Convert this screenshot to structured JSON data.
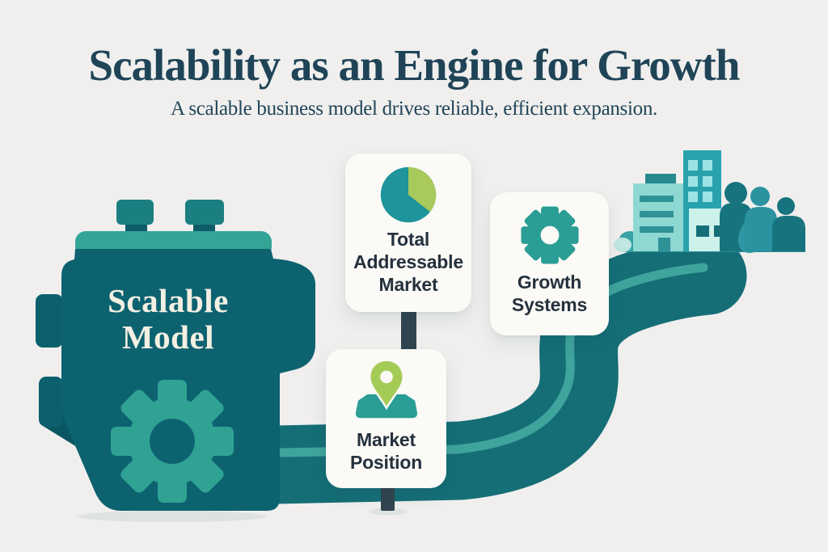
{
  "header": {
    "title": "Scalability as an Engine for Growth",
    "subtitle": "A scalable business model drives reliable, efficient expansion."
  },
  "engine": {
    "label_line1": "Scalable",
    "label_line2": "Model",
    "icon": "engine-gear-icon"
  },
  "signs": {
    "tam": {
      "icon": "pie-chart-icon",
      "line1": "Total",
      "line2": "Addressable",
      "line3": "Market"
    },
    "growth": {
      "icon": "gear-icon",
      "line1": "Growth",
      "line2": "Systems"
    },
    "position": {
      "icon": "map-pin-icon",
      "line1": "Market",
      "line2": "Position"
    }
  },
  "scene_elements": {
    "road": "winding-road",
    "destination": "city-buildings-and-people"
  },
  "colors": {
    "background": "#f0efee",
    "title_text": "#1f4457",
    "engine_body": "#0d6270",
    "engine_accent": "#34a497",
    "engine_cap": "#1b7e80",
    "road": "#156e76",
    "road_stripe": "#3fa49c",
    "post": "#31444f",
    "card_bg": "#fbfaf6",
    "card_text": "#25313d",
    "pie_teal": "#1e949b",
    "pie_lime": "#a8c95c",
    "pin_green": "#a5cb57",
    "pin_base": "#2a9d94",
    "building_light": "#8ed8d2",
    "building_mid": "#2aa2ae",
    "building_mint": "#ccf0ea",
    "people_dark": "#17747f",
    "people_mid": "#2b93a0"
  }
}
